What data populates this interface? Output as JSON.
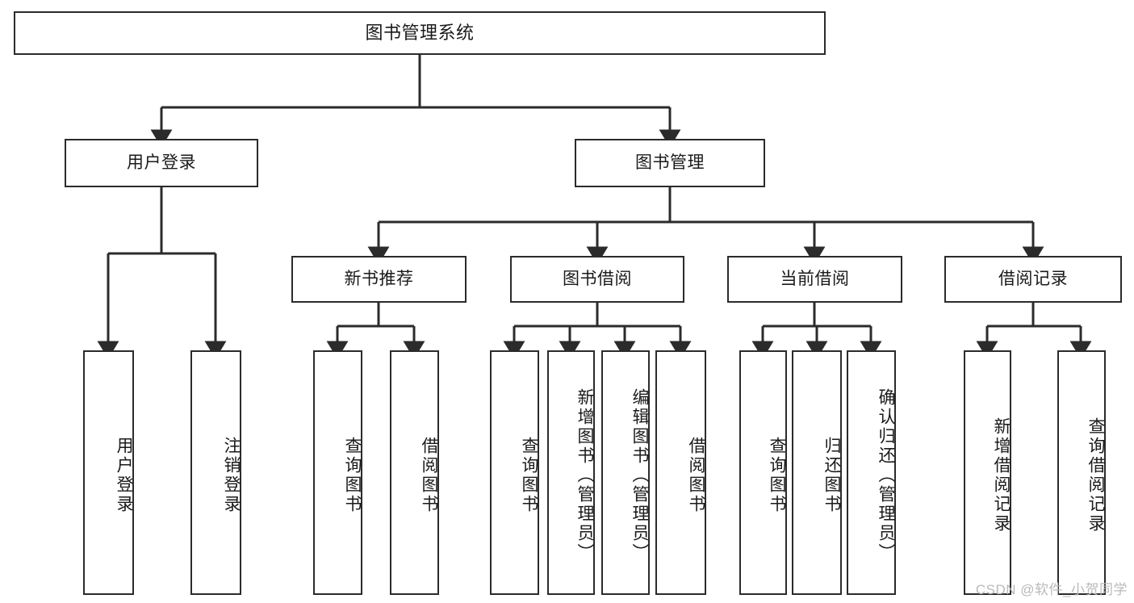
{
  "diagram": {
    "title": "图书管理系统",
    "type": "tree-hierarchy",
    "colors": {
      "line": "#2b2b2b",
      "box_border": "#2b2b2b",
      "box_fill": "#ffffff",
      "background": "#ffffff",
      "text": "#1a1a1a",
      "watermark": "#b9b9b9"
    },
    "watermark": "CSDN @软件_小贺同学"
  },
  "nodes": {
    "root": {
      "label": "图书管理系统"
    },
    "level2": [
      {
        "id": "user-login",
        "label": "用户登录"
      },
      {
        "id": "book-manage",
        "label": "图书管理"
      }
    ],
    "level3": [
      {
        "id": "new-book-recommend",
        "label": "新书推荐"
      },
      {
        "id": "book-borrow",
        "label": "图书借阅"
      },
      {
        "id": "current-borrow",
        "label": "当前借阅"
      },
      {
        "id": "borrow-record",
        "label": "借阅记录"
      }
    ],
    "leaves": {
      "user-login": [
        {
          "id": "leaf-user-login",
          "label": "用户登录"
        },
        {
          "id": "leaf-logout",
          "label": "注销登录"
        }
      ],
      "new-book-recommend": [
        {
          "id": "leaf-query-book-1",
          "label": "查询图书"
        },
        {
          "id": "leaf-borrow-book-1",
          "label": "借阅图书"
        }
      ],
      "book-borrow": [
        {
          "id": "leaf-query-book-2",
          "label": "查询图书"
        },
        {
          "id": "leaf-add-book",
          "label": "新增图书（管理员）"
        },
        {
          "id": "leaf-edit-book",
          "label": "编辑图书（管理员）"
        },
        {
          "id": "leaf-borrow-book-2",
          "label": "借阅图书"
        }
      ],
      "current-borrow": [
        {
          "id": "leaf-query-book-3",
          "label": "查询图书"
        },
        {
          "id": "leaf-return-book",
          "label": "归还图书"
        },
        {
          "id": "leaf-confirm-return",
          "label": "确认归还（管理员）"
        }
      ],
      "borrow-record": [
        {
          "id": "leaf-add-record",
          "label": "新增借阅记录"
        },
        {
          "id": "leaf-query-record",
          "label": "查询借阅记录"
        }
      ]
    }
  }
}
